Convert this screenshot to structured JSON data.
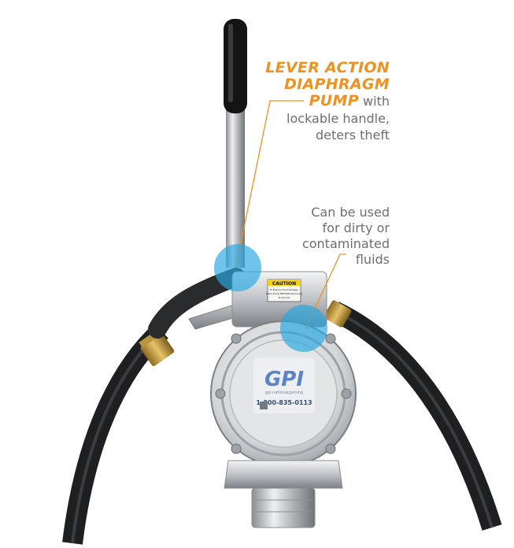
{
  "callouts": {
    "lever": {
      "highlight_lines": [
        "LEVER ACTION",
        "DIAPHRAGM"
      ],
      "highlight_inline": "PUMP",
      "inline_rest": " with",
      "rest_lines": [
        "lockable handle,",
        "deters theft"
      ]
    },
    "fluids": {
      "lines": [
        "Can be used",
        "for dirty or",
        "contaminated",
        "fluids"
      ]
    }
  },
  "pump": {
    "brand_logo": "GPI",
    "logo_tagline": "gpi.nationalgaming",
    "phone": "1-800-835-0113",
    "caution_title": "CAUTION",
    "caution_text": [
      "To Ensure Proof Spillage,",
      "Drain Pump BEFORE Removing",
      "Proof Unit"
    ]
  },
  "colors": {
    "accent": "#f0901e",
    "callout_text": "#6d6e71",
    "marker": "#29a8e0"
  }
}
